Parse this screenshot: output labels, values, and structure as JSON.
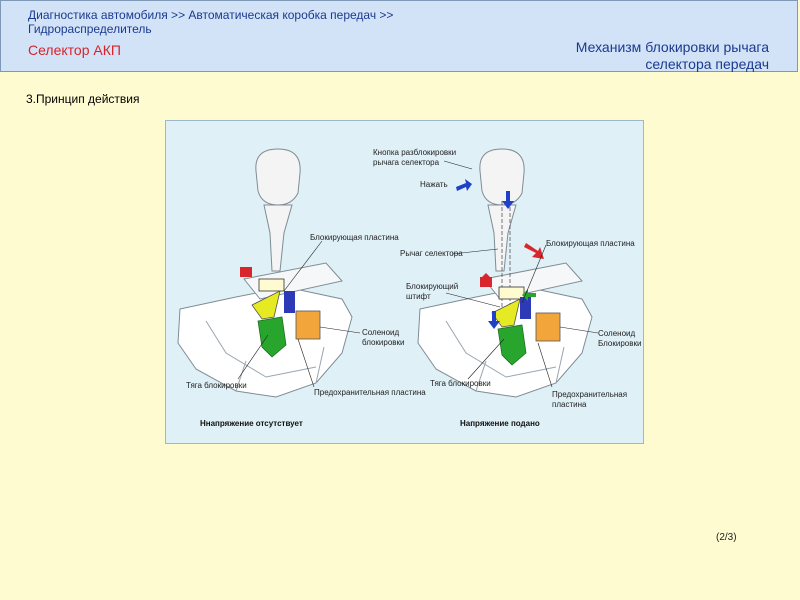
{
  "header": {
    "breadcrumb_line1": "Диагностика автомобиля >> Автоматическая коробка передач >>",
    "breadcrumb_line2": "Гидрораспределитель",
    "section": "Селектор АКП",
    "title_line1": "Механизм блокировки рычага",
    "title_line2": "селектора передач"
  },
  "content": {
    "subtitle": "3.Принцип действия"
  },
  "figure": {
    "left": {
      "caption": "Ннапряжение отсутствует",
      "labels": {
        "lock_plate": "Блокирующая пластина",
        "solenoid1": "Соленоид",
        "solenoid2": "блокировки",
        "rod": "Тяга блокировки",
        "safety_plate": "Предохранительная пластина"
      }
    },
    "right": {
      "caption": "Напряжение подано",
      "labels": {
        "button1": "Кнопка разблокировки",
        "button2": "рычага селектора",
        "press": "Нажать",
        "lever": "Рычаг селектора",
        "lock_plate": "Блокирующая пластина",
        "pin1": "Блокирующий",
        "pin2": "штифт",
        "solenoid1": "Соленоид",
        "solenoid2": "Блокировки",
        "rod": "Тяга блокировки",
        "safety1": "Предохранительная",
        "safety2": "пластина"
      }
    }
  },
  "page": "(2/3)"
}
